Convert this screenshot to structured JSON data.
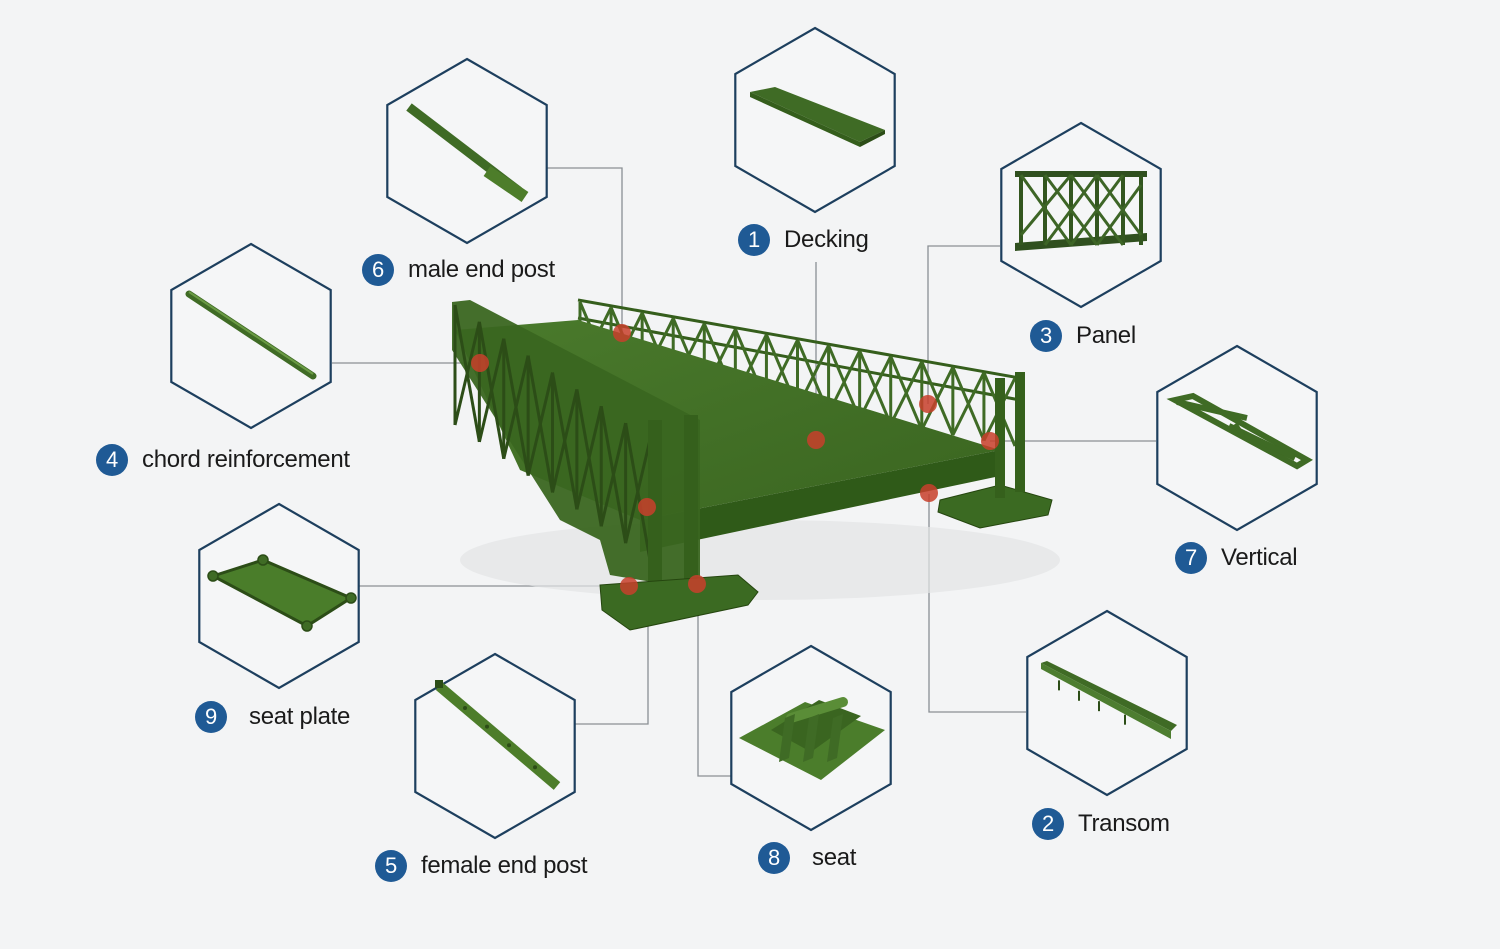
{
  "title": "Bailey bridge components",
  "colors": {
    "background": "#f3f4f5",
    "hex_stroke": "#1d3f5e",
    "badge": "#1f5a95",
    "steel_green": "#3f6b25",
    "steel_dark": "#2c4d17",
    "marker_red": "#c8402c",
    "connector": "#8a8f94"
  },
  "components": [
    {
      "number": "1",
      "name": "Decking",
      "icon": "decking-plate-icon"
    },
    {
      "number": "2",
      "name": "Transom",
      "icon": "transom-beam-icon"
    },
    {
      "number": "3",
      "name": "Panel",
      "icon": "truss-panel-icon"
    },
    {
      "number": "4",
      "name": "chord reinforcement",
      "icon": "chord-bar-icon"
    },
    {
      "number": "5",
      "name": "female end post",
      "icon": "female-post-icon"
    },
    {
      "number": "6",
      "name": "male end post",
      "icon": "male-post-icon"
    },
    {
      "number": "7",
      "name": "Vertical",
      "icon": "bracing-frame-icon"
    },
    {
      "number": "8",
      "name": "seat",
      "icon": "bearing-seat-icon"
    },
    {
      "number": "9",
      "name": "seat plate",
      "icon": "base-plate-icon"
    }
  ]
}
